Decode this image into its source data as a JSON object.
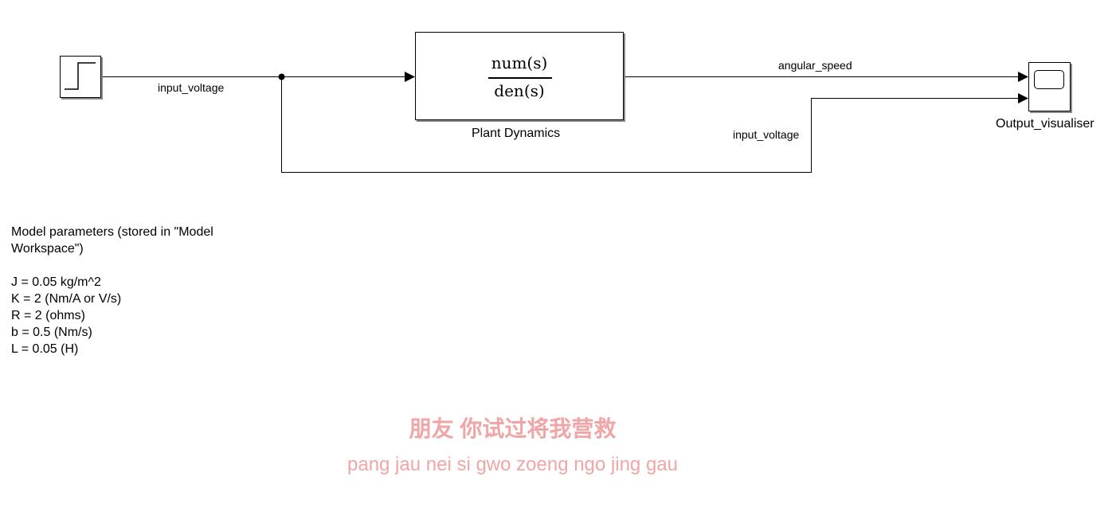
{
  "diagram": {
    "blocks": {
      "step": {
        "icon": "step-function-icon"
      },
      "plant": {
        "numerator": "num(s)",
        "denominator": "den(s)",
        "name": "Plant Dynamics"
      },
      "scope": {
        "icon": "scope-screen-icon",
        "name": "Output_visualiser"
      }
    },
    "signals": {
      "input_label_left": "input_voltage",
      "output_label": "angular_speed",
      "input_label_right": "input_voltage"
    },
    "annotation": "Model parameters (stored in \"Model Workspace\")\n\nJ = 0.05 kg/m^2\nK = 2 (Nm/A or V/s)\nR = 2 (ohms)\nb = 0.5 (Nm/s)\nL = 0.05 (H)"
  },
  "watermark": {
    "line1": "朋友 你试过将我营救",
    "line2": "pang jau nei si gwo zoeng ngo jing gau",
    "color": "#f0a6a6"
  }
}
